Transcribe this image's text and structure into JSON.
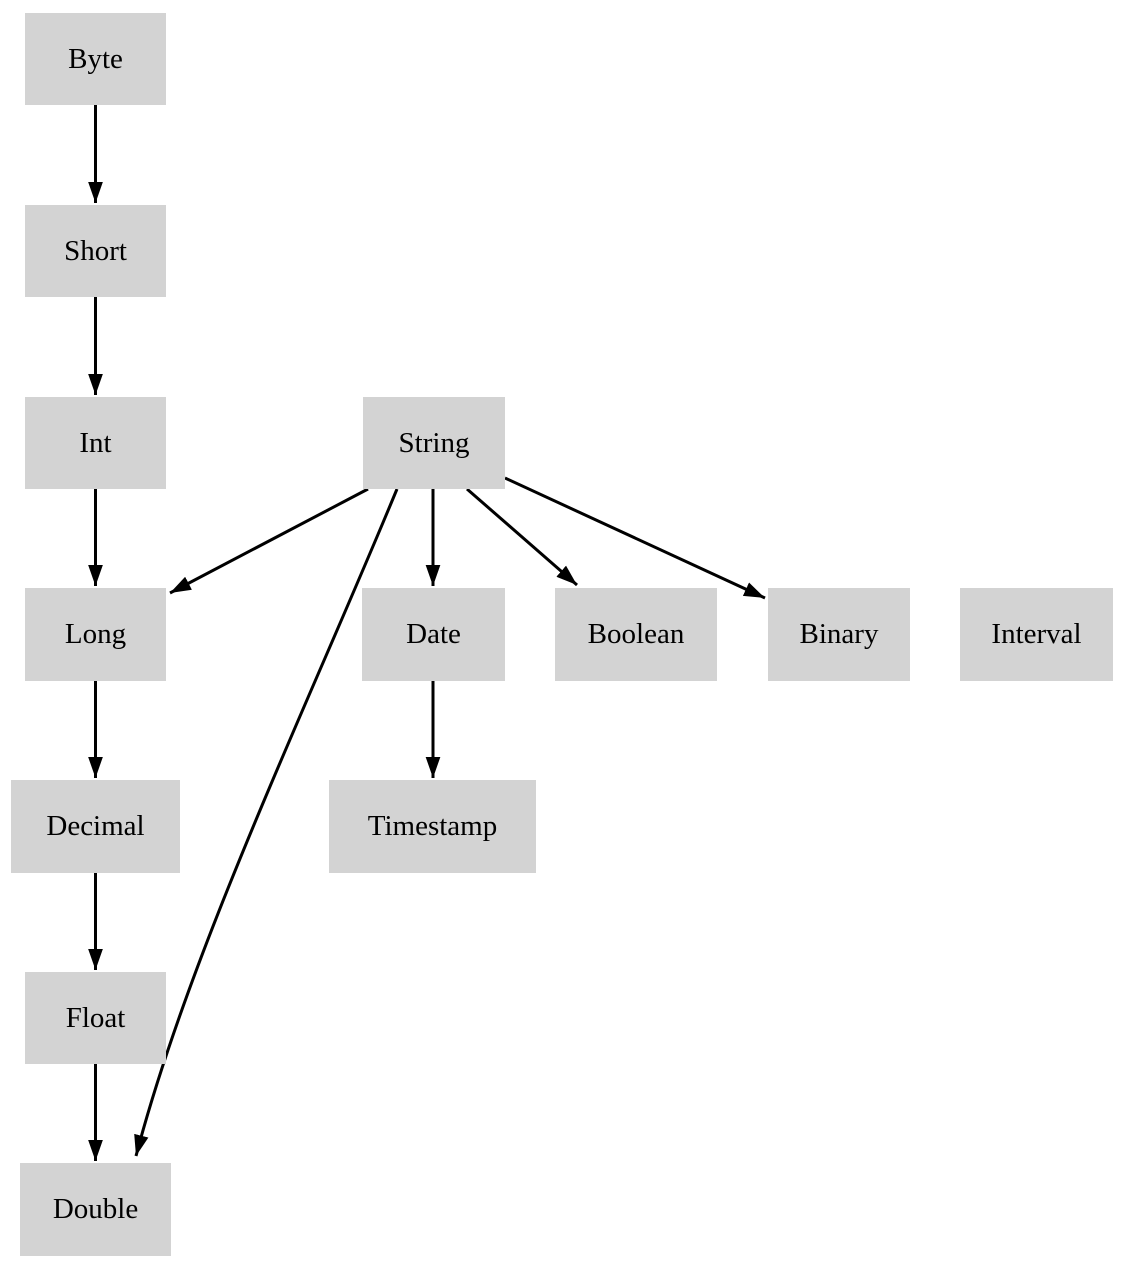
{
  "diagram": {
    "description": "Directed graph of data type conversion precedence",
    "colors": {
      "background": "#ffffff",
      "node_fill": "#d3d3d3",
      "node_text": "#000000",
      "edge": "#000000"
    },
    "nodes": [
      {
        "id": "byte",
        "label": "Byte"
      },
      {
        "id": "short",
        "label": "Short"
      },
      {
        "id": "int",
        "label": "Int"
      },
      {
        "id": "string",
        "label": "String"
      },
      {
        "id": "long",
        "label": "Long"
      },
      {
        "id": "date",
        "label": "Date"
      },
      {
        "id": "boolean",
        "label": "Boolean"
      },
      {
        "id": "binary",
        "label": "Binary"
      },
      {
        "id": "interval",
        "label": "Interval"
      },
      {
        "id": "decimal",
        "label": "Decimal"
      },
      {
        "id": "timestamp",
        "label": "Timestamp"
      },
      {
        "id": "float",
        "label": "Float"
      },
      {
        "id": "double",
        "label": "Double"
      }
    ],
    "edges": [
      {
        "from": "Byte",
        "to": "Short"
      },
      {
        "from": "Short",
        "to": "Int"
      },
      {
        "from": "Int",
        "to": "Long"
      },
      {
        "from": "Long",
        "to": "Decimal"
      },
      {
        "from": "Decimal",
        "to": "Float"
      },
      {
        "from": "Float",
        "to": "Double"
      },
      {
        "from": "String",
        "to": "Long"
      },
      {
        "from": "String",
        "to": "Date"
      },
      {
        "from": "String",
        "to": "Boolean"
      },
      {
        "from": "String",
        "to": "Binary"
      },
      {
        "from": "String",
        "to": "Double"
      },
      {
        "from": "Date",
        "to": "Timestamp"
      }
    ]
  }
}
